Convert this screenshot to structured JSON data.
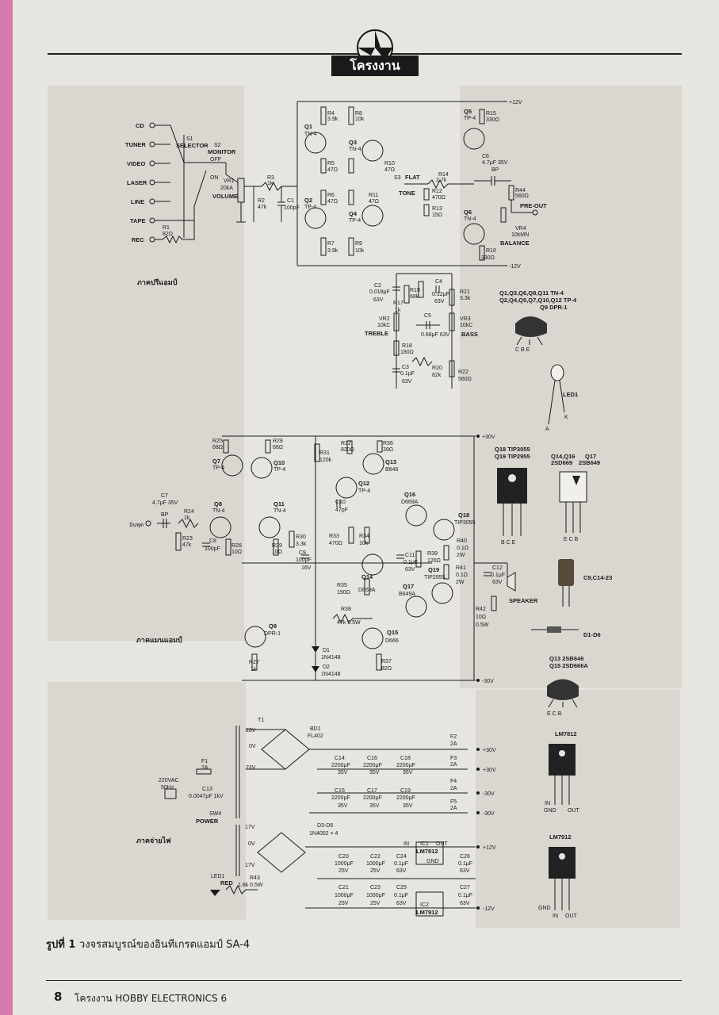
{
  "header": {
    "logo_label": "โครงงาน"
  },
  "sections": {
    "preamp": "ภาคปรีแอมป์",
    "mainamp": "ภาคแมนแอมป์",
    "power": "ภาคจ่ายไฟ"
  },
  "inputs": [
    "CD",
    "TUNER",
    "VIDEO",
    "LASER",
    "LINE",
    "TAPE",
    "REC"
  ],
  "preamp_labels": {
    "s1": "S1",
    "selector": "SELECTOR",
    "s2": "S2",
    "monitor": "MONITOR",
    "off": "OFF",
    "on": "ON",
    "vr1": "VR1",
    "vr1_val": "20kA",
    "volume": "VOLUME",
    "r3": "R3",
    "r3_val": "1k",
    "r2": "R2",
    "r2_val": "47k",
    "c1": "C1",
    "c1_val": "100pF",
    "r1": "R1",
    "r1_val": "82Ω",
    "q1": "Q1",
    "q1_t": "TN-4",
    "q2": "Q2",
    "q2_t": "TP-4",
    "q3": "Q3",
    "q3_t": "TN-4",
    "q4": "Q4",
    "q4_t": "TP-4",
    "q5": "Q5",
    "q5_t": "TP-4",
    "q6": "Q6",
    "q6_t": "TN-4",
    "r4": "R4",
    "r4_val": "3.9k",
    "r8": "R8",
    "r8_val": "10k",
    "r5": "R5",
    "r5_val": "47Ω",
    "r10": "R10",
    "r10_val": "47Ω",
    "r6": "R6",
    "r6_val": "47Ω",
    "r11": "R11",
    "r11_val": "47Ω",
    "r7": "R7",
    "r7_val": "3.9k",
    "r9": "R9",
    "r9_val": "10k",
    "r15": "R15",
    "r15_val": "330Ω",
    "r16": "R16",
    "r16_val": "330Ω",
    "c6": "C6",
    "c6_val": "4.7μF 35V",
    "bp": "BP",
    "r44": "R44",
    "r44_val": "560Ω",
    "pre_out": "PRE-OUT",
    "vr4": "VR4",
    "vr4_val": "10kMN",
    "balance": "BALANCE",
    "s3": "S3",
    "flat": "FLAT",
    "tone": "TONE",
    "r14": "R14",
    "r14_val": "2.7k",
    "r12": "R12",
    "r12_val": "470Ω",
    "r13": "R13",
    "r13_val": "15Ω",
    "plus12": "+12V",
    "minus12": "-12V",
    "c2": "C2",
    "c2_val": "0.018μF",
    "c2_v": "63V",
    "r17": "R17",
    "r17_val": "1k",
    "r19": "R19",
    "r19_val": "68k",
    "c4": "C4",
    "c4_val": "0.12μF",
    "c4_v": "63V",
    "r21": "R21",
    "r21_val": "3.3k",
    "vr2": "VR2",
    "vr2_val": "10kC",
    "treble": "TREBLE",
    "vr3": "VR3",
    "vr3_val": "10kC",
    "bass": "BASS",
    "c5": "C5",
    "c5_val": "0.68μF 63V",
    "r18": "R18",
    "r18_val": "180Ω",
    "c3": "C3",
    "c3_val": "0.1μF",
    "c3_v": "63V",
    "r20": "R20",
    "r20_val": "82k",
    "r22": "R22",
    "r22_val": "560Ω"
  },
  "legend": {
    "l1": "Q1,Q3,Q6,Q8,Q11 TN-4",
    "l2": "Q2,Q4,Q5,Q7,Q10,Q12 TP-4",
    "l3": "Q9 DPR-1",
    "cbe": "C  B  E",
    "led1": "LED1",
    "a": "A",
    "k": "K",
    "q18a": "Q18 TIP3055",
    "q19a": "Q19 TIP2955",
    "bce": "B  C  E",
    "q14": "Q14,Q16",
    "q14v": "2SD669",
    "q17": "Q17",
    "q17v": "2SB649",
    "ecb": "E C B",
    "c9": "C9,C14-23",
    "d1": "D1-D6",
    "q13": "Q13 2SB646",
    "q15": "Q15 2SD666A",
    "ecb2": "E  C  B",
    "lm7812": "LM7812",
    "in": "IN",
    "gnd": "GND",
    "out": "OUT",
    "lm7912": "LM7912",
    "gnd2": "GND",
    "in2": "IN",
    "out2": "OUT"
  },
  "main_labels": {
    "r25": "R25",
    "r25_val": "68Ω",
    "r28": "R28",
    "r28_val": "68Ω",
    "q7": "Q7",
    "q7_t": "TP-4",
    "q10": "Q10",
    "q10_t": "TP-4",
    "r31": "R31",
    "r31_val": "120k",
    "r32": "R32",
    "r32_val": "820Ω",
    "r36": "R36",
    "r36_val": "39Ω",
    "q13": "Q13",
    "q13_t": "B646",
    "q12": "Q12",
    "q12_t": "TP-4",
    "plus30": "+30V",
    "c7": "C7",
    "c7_val": "4.7μF 35V",
    "bp": "BP",
    "input": "อินพุต",
    "r24": "R24",
    "r24_val": "1k",
    "r23": "R23",
    "r23_val": "47k",
    "q8": "Q8",
    "q8_t": "TN-4",
    "c8": "C8",
    "c8_val": "100pF",
    "r26": "R26",
    "r26_val": "10Ω",
    "q11": "Q11",
    "q11_t": "TN-4",
    "r29": "R29",
    "r29_val": "10Ω",
    "r30": "R30",
    "r30_val": "3.3k",
    "c9": "C9",
    "c9_val": "100μF",
    "c9_v": "16V",
    "c10": "C10",
    "c10_val": "47pF",
    "q16": "Q16",
    "q16_t": "D669A",
    "q18": "Q18",
    "q18_t": "TIP3055",
    "r33": "R33",
    "r33_val": "470Ω",
    "r34": "R34",
    "r34_val": "10k",
    "r40": "R40",
    "r40_val": "0.1Ω",
    "r40_w": "2W",
    "c11": "C11",
    "c11_val": "0.1μF",
    "c11_v": "63V",
    "r39": "R39",
    "r39_val": "120Ω",
    "q19": "Q19",
    "q19_t": "TIP2955",
    "r41": "R41",
    "r41_val": "0.1Ω",
    "r41_w": "2W",
    "c12": "C12",
    "c12_val": "0.1μF",
    "c12_v": "63V",
    "q14": "Q14",
    "q14_t": "D669A",
    "r35": "R35",
    "r35_val": "150Ω",
    "q17": "Q17",
    "q17_t": "B649A",
    "speaker": "SPEAKER",
    "r42": "R42",
    "r42_val": "10Ω",
    "r42_w": "0.5W",
    "r38": "R38",
    "r38_val": "47k 0.5W",
    "q9": "Q9",
    "q9_t": "DPR-1",
    "d1": "D1",
    "d1_t": "1N4148",
    "d2": "D2",
    "d2_t": "1N4148",
    "q15": "Q15",
    "q15_t": "D666",
    "r27": "R27",
    "r27_val": "1k",
    "r37": "R37",
    "r37_val": "82Ω",
    "minus30": "-30V"
  },
  "power_labels": {
    "t1": "T1",
    "v23a": "23V",
    "v0a": "0V",
    "v23b": "23V",
    "bd1": "BD1",
    "bd1_t": "FL402",
    "c14": "C14",
    "c16": "C16",
    "c18": "C18",
    "c15": "C15",
    "c17": "C17",
    "c19": "C19",
    "cap_val": "2200μF",
    "cap_v": "35V",
    "f2": "F2",
    "f3": "F3",
    "f4": "F4",
    "f5": "F5",
    "fuse_val": "2A",
    "p30a": "+30V",
    "p30b": "+30V",
    "m30a": "-30V",
    "m30b": "-30V",
    "f1": "F1",
    "f1_val": "2A",
    "mains": "220VAC",
    "hz": "50Hz",
    "c13": "C13",
    "c13_val": "0.0047μF 1kV",
    "sw4": "SW4",
    "power": "POWER",
    "v17a": "17V",
    "v0b": "0V",
    "v17b": "17V",
    "d3d6": "D3-D6",
    "d3d6_t": "1N4002 × 4",
    "c20": "C20",
    "c21": "C21",
    "c22": "C22",
    "c23": "C23",
    "big_val": "1000μF",
    "big_v": "25V",
    "c24": "C24",
    "c25": "C25",
    "c26": "C26",
    "c27": "C27",
    "small_val": "0.1μF",
    "small_v": "63V",
    "ic1": "IC1",
    "ic1_t": "LM7812",
    "ic2": "IC2",
    "ic2_t": "LM7912",
    "in": "IN",
    "out": "OUT",
    "gnd": "GND",
    "p12": "+12V",
    "m12": "-12V",
    "led1": "LED1",
    "red": "RED",
    "r43": "R43",
    "r43_val": "1.8k 0.5W"
  },
  "footer": {
    "caption_bold": "รูปที่ 1",
    "caption_rest": "วงจรสมบูรณ์ของอินทีเกรตแอมป์ SA-4",
    "page_number": "8",
    "magazine": "โครงงาน HOBBY ELECTRONICS 6"
  }
}
